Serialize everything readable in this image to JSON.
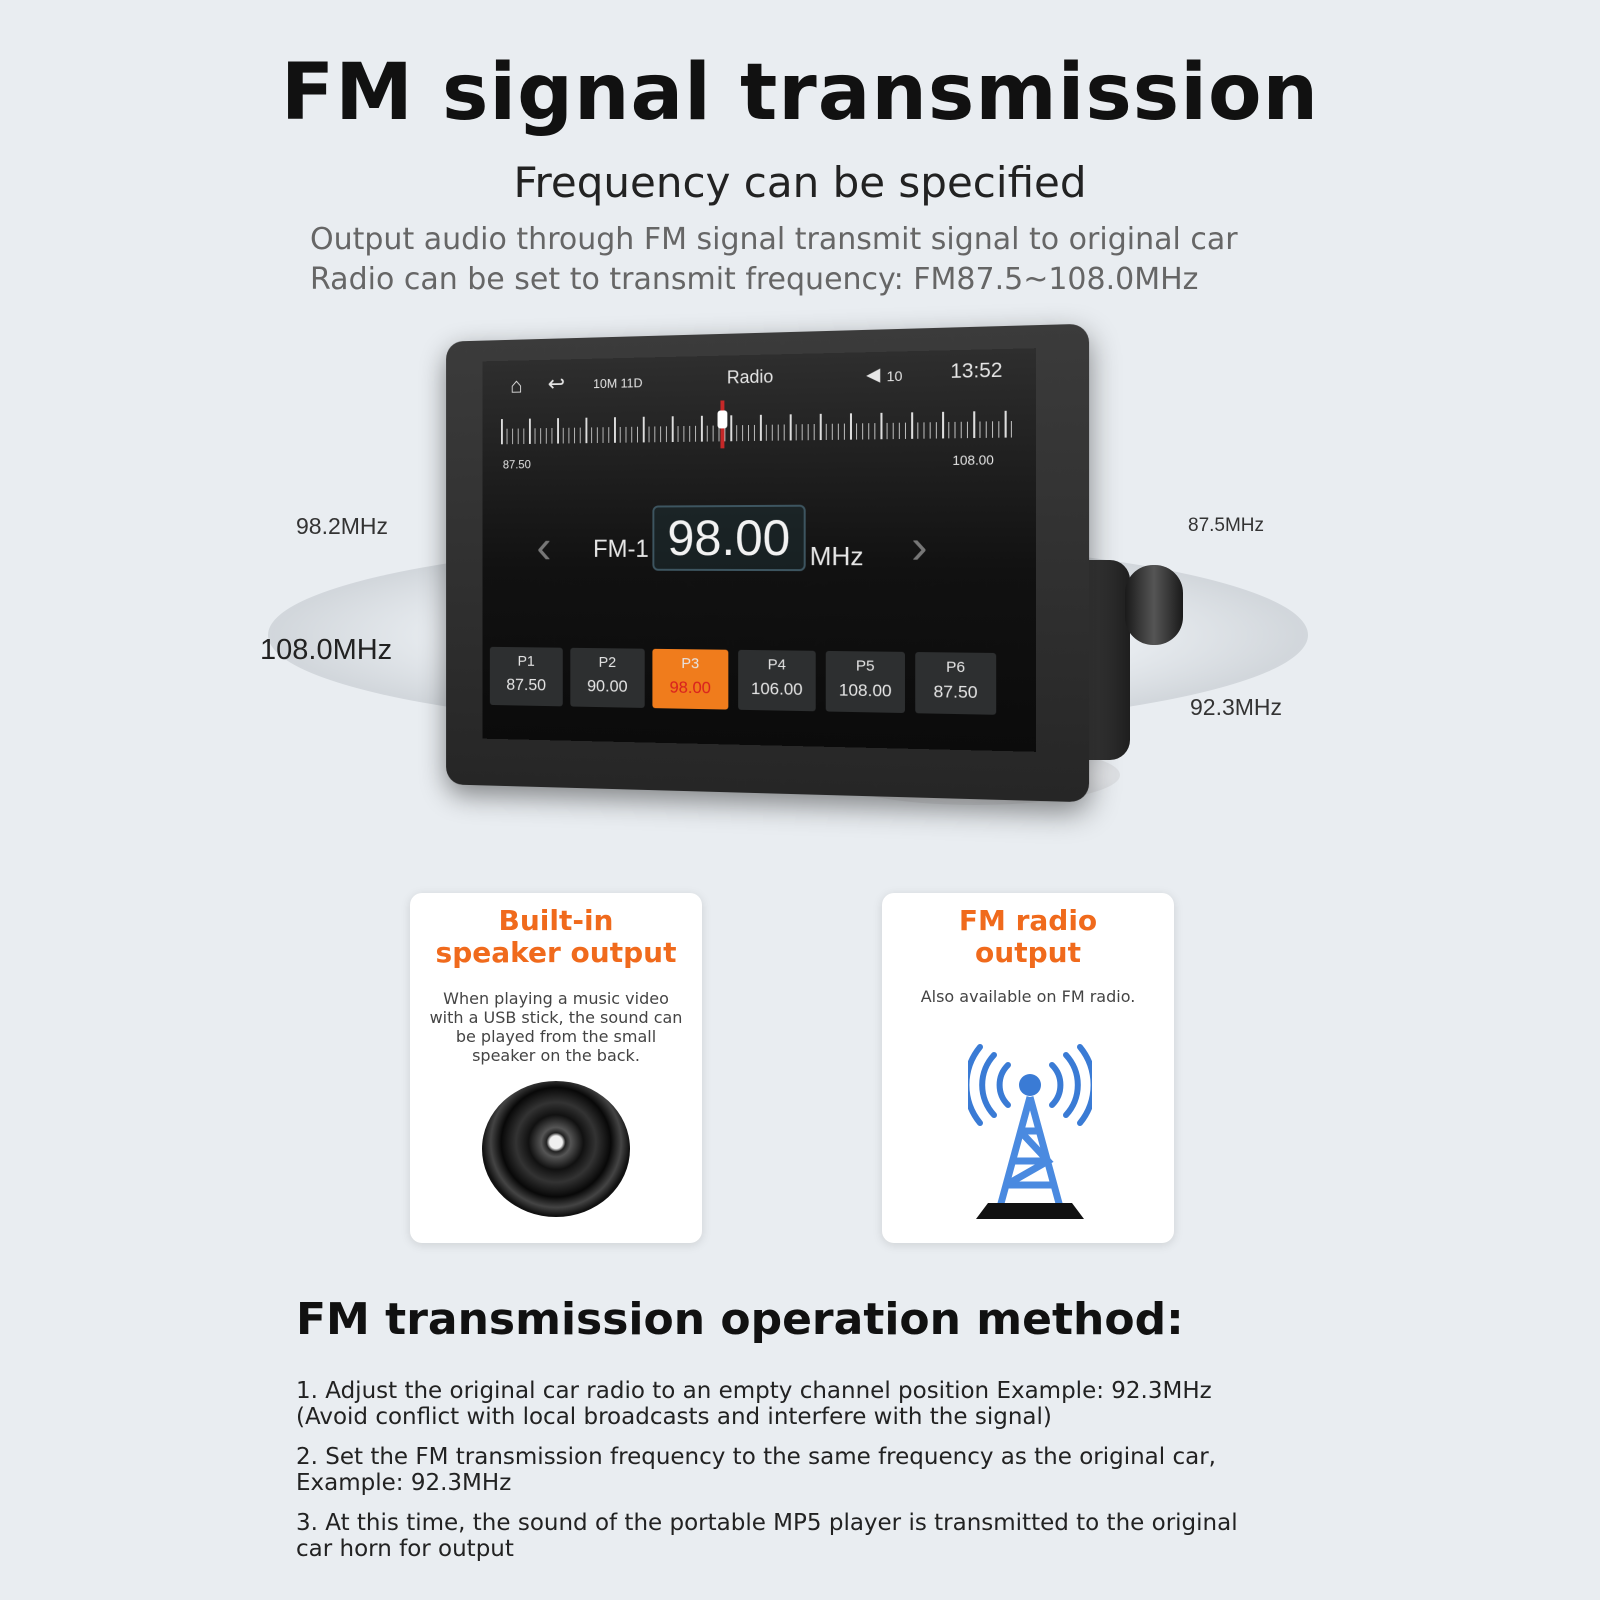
{
  "header": {
    "title": "FM signal transmission",
    "subtitle": "Frequency can be specified",
    "description_line1": "Output audio through FM signal transmit signal to original car",
    "description_line2": "Radio can be set to transmit frequency: FM87.5~108.0MHz"
  },
  "frequency_labels": {
    "left_top": "98.2MHz",
    "left_bottom": "108.0MHz",
    "right_top": "87.5MHz",
    "right_bottom": "92.3MHz"
  },
  "radio_screen": {
    "date": "10M 11D",
    "title": "Radio",
    "volume": "10",
    "time": "13:52",
    "scale_min": "87.50",
    "scale_max": "108.00",
    "band": "FM-1",
    "frequency": "98.00",
    "unit": "MHz",
    "icons": {
      "home": "home-icon",
      "back": "back-icon",
      "volume": "speaker-icon",
      "prev": "chevron-left-icon",
      "next": "chevron-right-icon"
    },
    "presets": [
      {
        "name": "P1",
        "freq": "87.50"
      },
      {
        "name": "P2",
        "freq": "90.00"
      },
      {
        "name": "P3",
        "freq": "98.00"
      },
      {
        "name": "P4",
        "freq": "106.00"
      },
      {
        "name": "P5",
        "freq": "108.00"
      },
      {
        "name": "P6",
        "freq": "87.50"
      }
    ],
    "active_preset": "P3"
  },
  "cards": {
    "speaker": {
      "title_line1": "Built-in",
      "title_line2": "speaker output",
      "text_line1": "When playing a music video",
      "text_line2": "with a USB stick, the sound can",
      "text_line3": "be played from the small",
      "text_line4": "speaker on the back."
    },
    "fm": {
      "title_line1": "FM radio",
      "title_line2": "output",
      "text": "Also available on FM radio."
    }
  },
  "method": {
    "title": "FM transmission operation method:",
    "step1_line1": "1. Adjust the original car radio to an empty channel position Example: 92.3MHz",
    "step1_line2": "(Avoid conflict with local broadcasts and interfere with the signal)",
    "step2_line1": "2. Set the FM transmission frequency to the same frequency as the original car,",
    "step2_line2": "Example: 92.3MHz",
    "step3_line1": "3. At this time, the sound of the portable MP5 player is transmitted to the original",
    "step3_line2": "car horn for output"
  },
  "colors": {
    "background": "#e9edf1",
    "accent_orange": "#f07c1c",
    "active_freq_red": "#d81e1e",
    "card_title_orange": "#f06a1c",
    "antenna_blue": "#3a7bd5"
  }
}
